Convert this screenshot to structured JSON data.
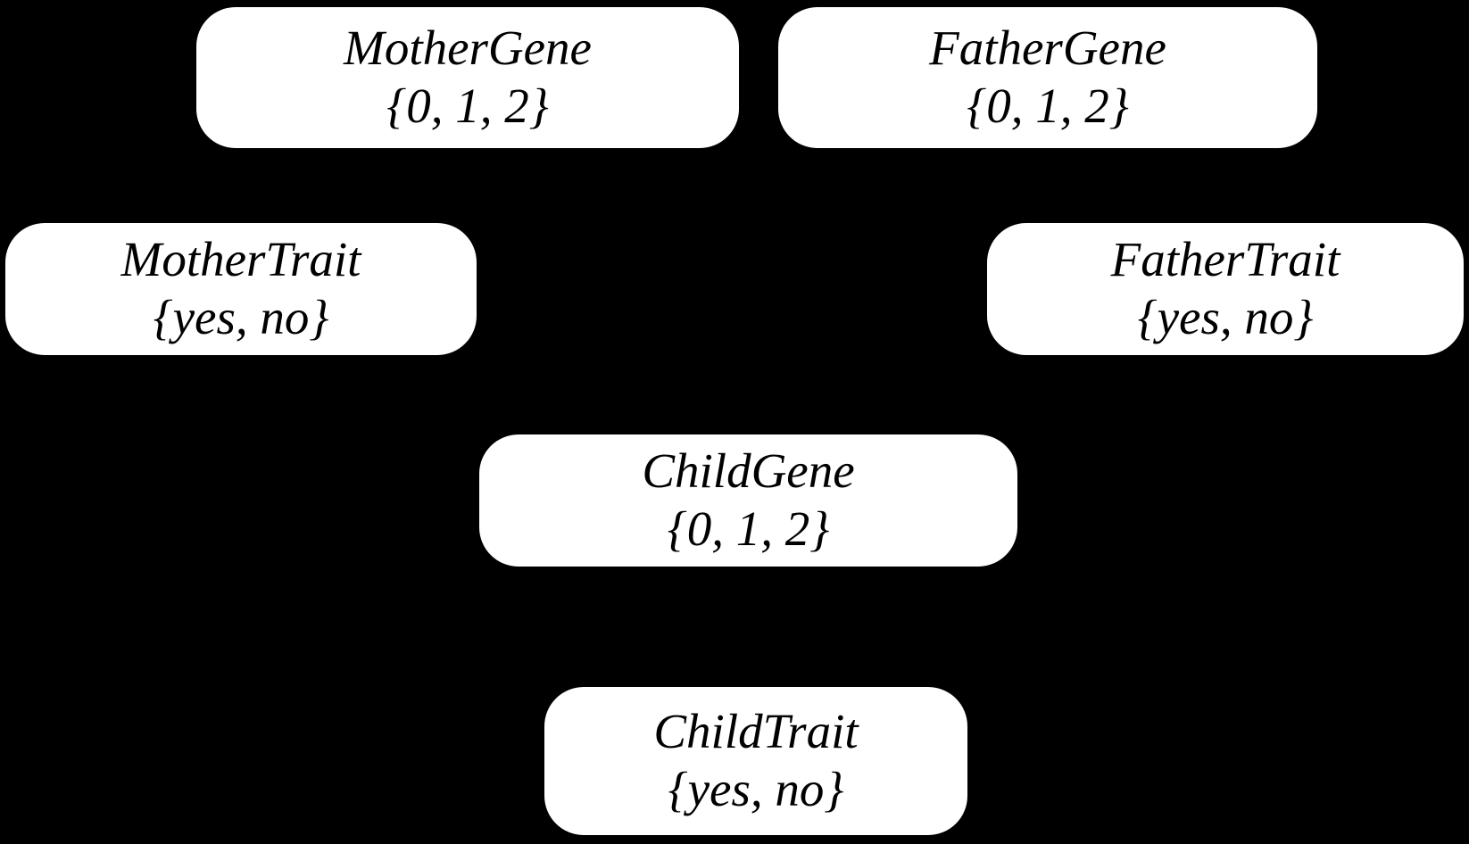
{
  "diagram": {
    "type": "bayesian-network",
    "background_color": "#000000",
    "node_fill_color": "#ffffff",
    "node_text_color": "#000000",
    "nodes": [
      {
        "id": "mother-gene",
        "label": "MotherGene",
        "domain": "{0, 1, 2}",
        "values": [
          "0",
          "1",
          "2"
        ]
      },
      {
        "id": "father-gene",
        "label": "FatherGene",
        "domain": "{0, 1, 2}",
        "values": [
          "0",
          "1",
          "2"
        ]
      },
      {
        "id": "mother-trait",
        "label": "MotherTrait",
        "domain": "{yes, no}",
        "values": [
          "yes",
          "no"
        ]
      },
      {
        "id": "father-trait",
        "label": "FatherTrait",
        "domain": "{yes, no}",
        "values": [
          "yes",
          "no"
        ]
      },
      {
        "id": "child-gene",
        "label": "ChildGene",
        "domain": "{0, 1, 2}",
        "values": [
          "0",
          "1",
          "2"
        ]
      },
      {
        "id": "child-trait",
        "label": "ChildTrait",
        "domain": "{yes, no}",
        "values": [
          "yes",
          "no"
        ]
      }
    ]
  }
}
